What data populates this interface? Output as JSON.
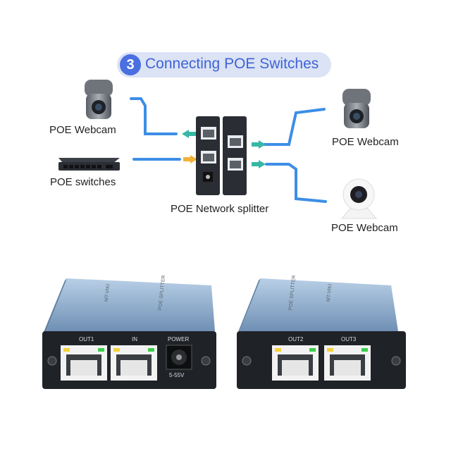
{
  "header": {
    "step_number": "3",
    "title": "Connecting POE Switches"
  },
  "diagram": {
    "labels": {
      "webcam_left": "POE Webcam",
      "switches": "POE switches",
      "splitter": "POE Network splitter",
      "webcam_right_top": "POE Webcam",
      "webcam_right_bottom": "POE Webcam"
    }
  },
  "device1": {
    "ports": {
      "out1": "OUT1",
      "in": "IN",
      "power": "POWER",
      "voltage": "5-55V"
    },
    "brand": "MT-VIKI",
    "model": "POE SPLITTER"
  },
  "device2": {
    "ports": {
      "out2": "OUT2",
      "out3": "OUT3"
    },
    "brand": "MT-VIKI",
    "model": "POE SPLITTER"
  },
  "colors": {
    "accent": "#4a6fe0",
    "cable": "#3d8ee6",
    "chassis": "#8fb0d2",
    "panel": "#1f2227"
  }
}
